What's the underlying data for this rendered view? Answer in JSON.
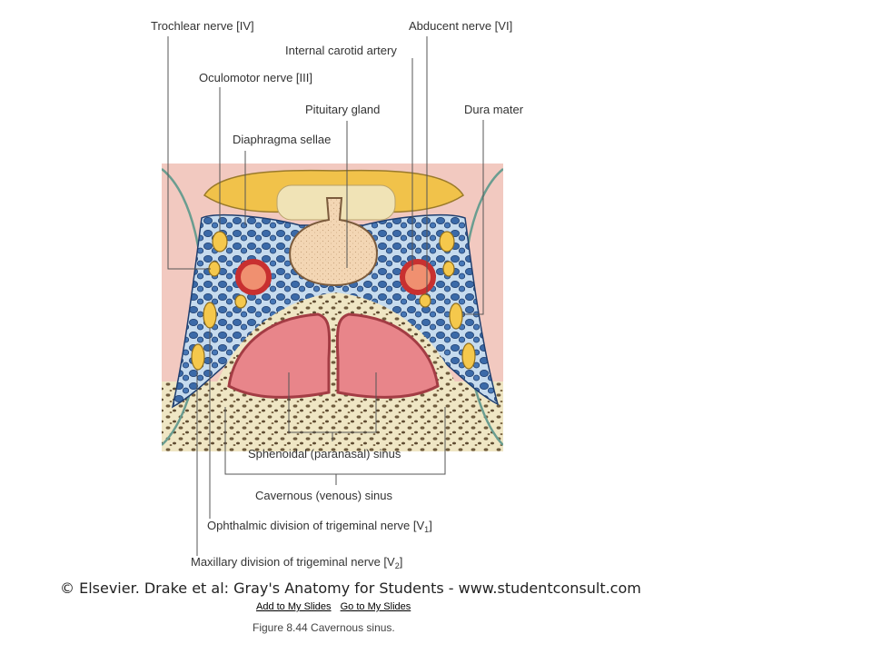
{
  "labels": {
    "trochlear": "Trochlear nerve [IV]",
    "abducent": "Abducent nerve  [VI]",
    "internal_carotid": "Internal carotid artery",
    "oculomotor": "Oculomotor nerve [III]",
    "pituitary": "Pituitary gland",
    "dura": "Dura mater",
    "diaphragma": "Diaphragma sellae",
    "sphenoidal": "Sphenoidal (paranasal) sinus",
    "cavernous": "Cavernous (venous) sinus",
    "ophthalmic": "Ophthalmic division of trigeminal nerve [V",
    "ophthalmic_sub": "1",
    "maxillary": "Maxillary division of trigeminal nerve [V",
    "maxillary_sub": "2",
    "bracket_close": "]"
  },
  "footer": {
    "copyright": "© Elsevier. Drake et al: Gray's Anatomy for Students - www.studentconsult.com",
    "add_link": "Add to My Slides",
    "go_link": "Go to My Slides",
    "caption": "Figure 8.44 Cavernous sinus."
  }
}
